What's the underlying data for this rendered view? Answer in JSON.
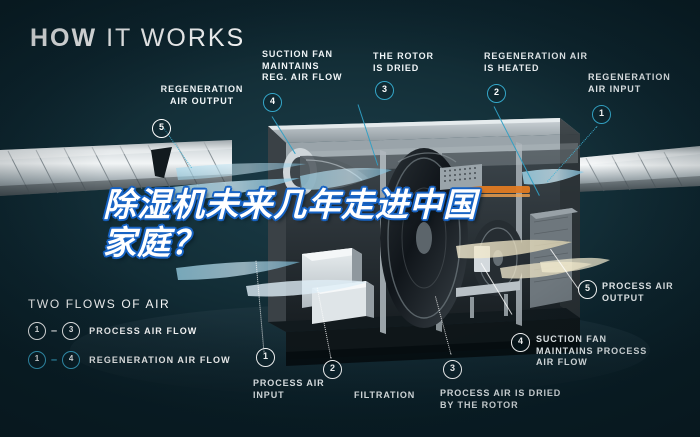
{
  "headline": {
    "bold": "HOW",
    "light": "IT WORKS"
  },
  "overlay_title": {
    "line1": "除湿机未来几年走进中国",
    "line2": "家庭？"
  },
  "colors": {
    "background_dark": "#0a1e26",
    "background_mid": "#143039",
    "accent_cyan": "#34a6c8",
    "text_white": "#ffffff",
    "overlay_outline_blue": "#1763c4"
  },
  "callouts": [
    {
      "id": "regeneration-air-output",
      "number": "5",
      "text": "REGENERATION\nAIR OUTPUT",
      "style": "white"
    },
    {
      "id": "suction-fan-reg",
      "number": "4",
      "text": "SUCTION FAN\nMAINTAINS\nREG. AIR FLOW",
      "style": "cyan"
    },
    {
      "id": "rotor-is-dried",
      "number": "3",
      "text": "THE ROTOR\nIS DRIED",
      "style": "cyan"
    },
    {
      "id": "regeneration-air-heated",
      "number": "2",
      "text": "REGENERATION AIR\nIS HEATED",
      "style": "cyan"
    },
    {
      "id": "regeneration-air-input",
      "number": "1",
      "text": "REGENERATION\nAIR INPUT",
      "style": "cyan"
    },
    {
      "id": "process-air-output",
      "number": "5",
      "text": "PROCESS AIR\nOUTPUT",
      "style": "white"
    },
    {
      "id": "suction-fan-process",
      "number": "4",
      "text": "SUCTION FAN\nMAINTAINS PROCESS\nAIR FLOW",
      "style": "white"
    },
    {
      "id": "process-air-dried",
      "number": "3",
      "text": "PROCESS AIR IS DRIED\nBY THE ROTOR",
      "style": "white"
    },
    {
      "id": "filtration",
      "number": "2",
      "text": "FILTRATION",
      "style": "white"
    },
    {
      "id": "process-air-input",
      "number": "1",
      "text": "PROCESS AIR\nINPUT",
      "style": "white"
    }
  ],
  "legend": {
    "title": "TWO FLOWS OF AIR",
    "rows": [
      {
        "from": "1",
        "dash": "–",
        "to": "3",
        "label": "PROCESS AIR FLOW",
        "style": "white"
      },
      {
        "from": "1",
        "dash": "–",
        "to": "4",
        "label": "REGENERATION AIR FLOW",
        "style": "cyan"
      }
    ]
  }
}
